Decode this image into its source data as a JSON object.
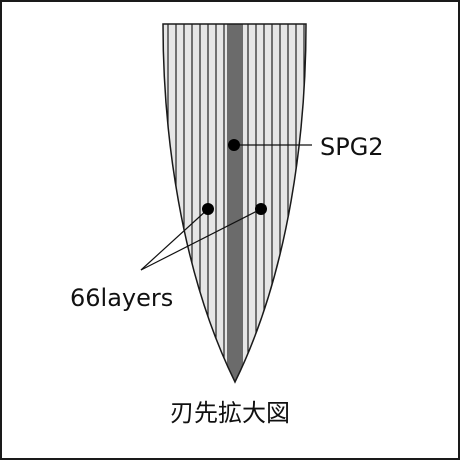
{
  "labels": {
    "core_steel": "SPG2",
    "cladding": "66layers",
    "caption": "刃先拡大図"
  },
  "colors": {
    "outline": "#1a1a1a",
    "stripe_light": "#e6e6e6",
    "stripe_dark": "#222222",
    "core": "#6b6b6b",
    "background": "#ffffff"
  }
}
